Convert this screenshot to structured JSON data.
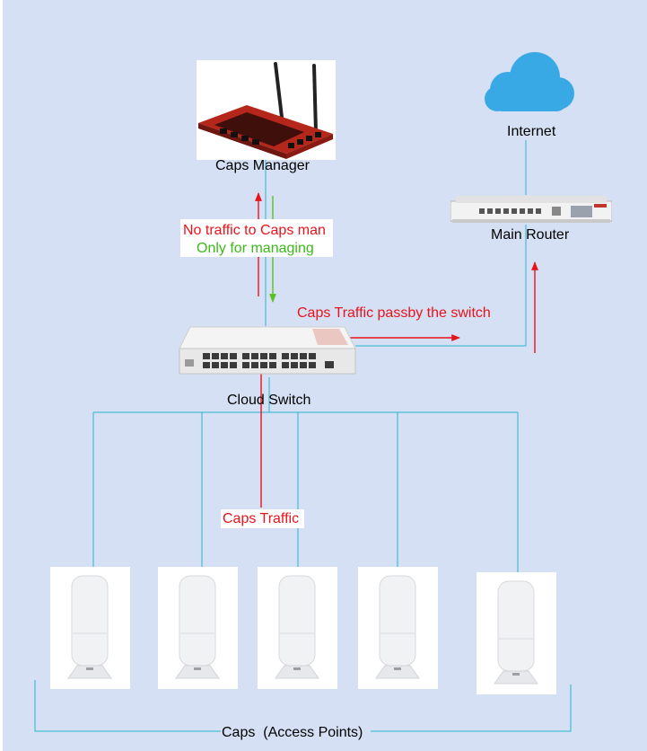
{
  "labels": {
    "caps_manager": "Caps Manager",
    "internet": "Internet",
    "main_router": "Main Router",
    "cloud_switch": "Cloud Switch",
    "caps_access_points": "Caps  (Access Points)"
  },
  "annotations": {
    "no_traffic": "No traffic to Caps man",
    "only_managing": "Only for managing",
    "caps_traffic_passby": "Caps Traffic passby the switch",
    "caps_traffic": "Caps Traffic"
  },
  "colors": {
    "background": "#d5e0f4",
    "connection_line": "#26b5c8",
    "traffic_arrow": "#e8131b",
    "management_arrow": "#5bc022",
    "cloud": "#39a9e6",
    "label_text": "#000000"
  },
  "icons": {
    "cloud": "cloud-icon",
    "router": "router-icon",
    "switch": "switch-icon",
    "access_point": "access-point-icon"
  }
}
